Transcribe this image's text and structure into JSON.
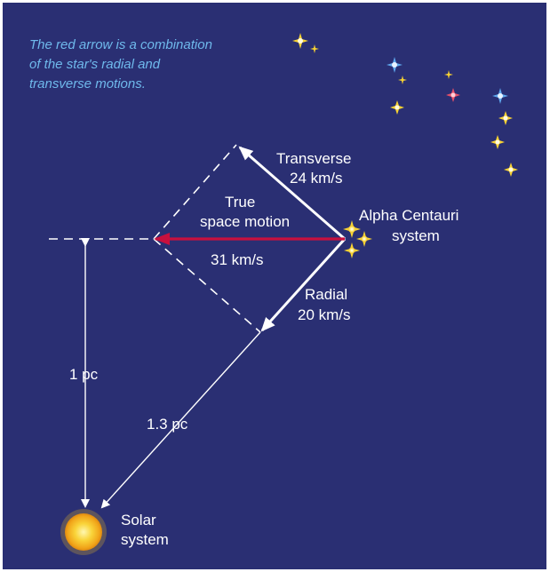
{
  "caption": [
    "The red arrow is a combination",
    "of the star's radial and",
    "transverse motions."
  ],
  "labels": {
    "transverse": [
      "Transverse",
      "24 km/s"
    ],
    "true_motion": [
      "True",
      "space motion"
    ],
    "true_speed": "31 km/s",
    "alpha_centauri": [
      "Alpha Centauri",
      "system"
    ],
    "radial": [
      "Radial",
      "20 km/s"
    ],
    "one_pc": "1 pc",
    "distance": "1.3 pc",
    "solar_system": [
      "Solar",
      "system"
    ]
  },
  "colors": {
    "background": "#2a2f73",
    "caption": "#6fb9ec",
    "true_motion_arrow": "#c8103e",
    "lines": "#ffffff",
    "sun": "#f6c21c"
  }
}
